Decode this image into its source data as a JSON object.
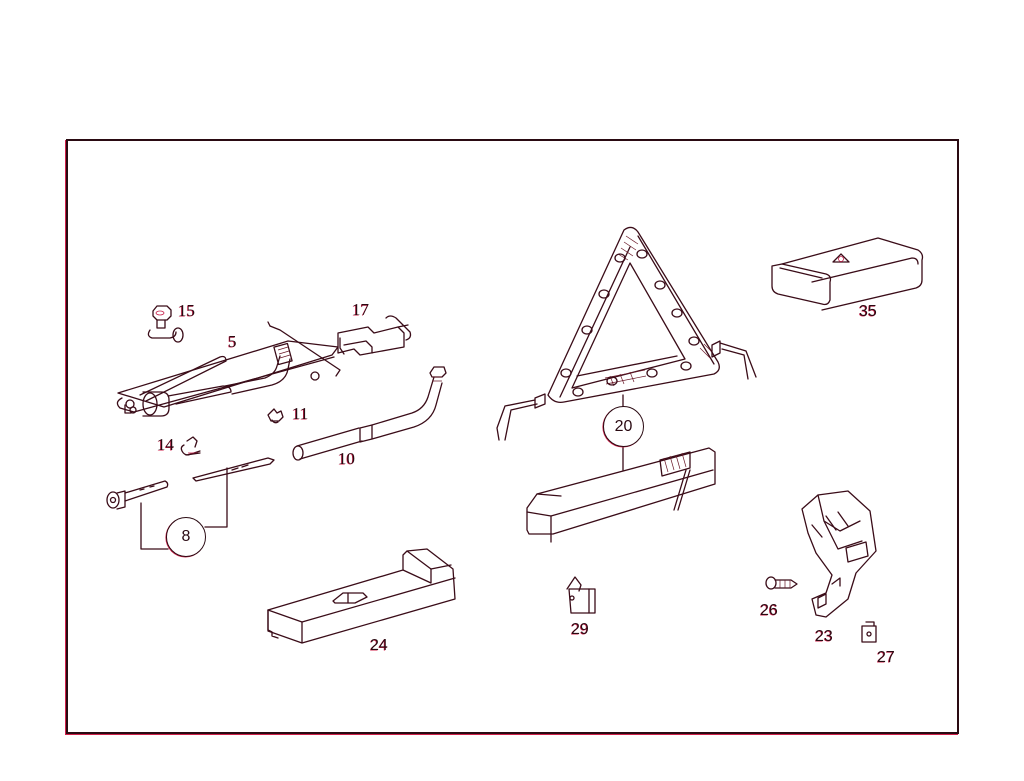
{
  "diagram": {
    "type": "exploded parts diagram",
    "frame_color": "#2a0a12",
    "line_color": "#3a0c18",
    "fringe_color": "#c81e4a",
    "parts": [
      {
        "id": "15",
        "label": "15",
        "description": "swivel clip"
      },
      {
        "id": "5",
        "label": "5",
        "description": "jack assembly"
      },
      {
        "id": "17",
        "label": "17",
        "description": "holder bracket"
      },
      {
        "id": "11",
        "label": "11",
        "description": "small clip"
      },
      {
        "id": "14",
        "label": "14",
        "description": "clamp clip"
      },
      {
        "id": "10",
        "label": "10",
        "description": "bent crank rod"
      },
      {
        "id": "8",
        "label": "8",
        "description": "wheel bolt tool and drift",
        "callout": true
      },
      {
        "id": "24",
        "label": "24",
        "description": "foam insert tray"
      },
      {
        "id": "20",
        "label": "20",
        "description": "warning triangle with case",
        "callout": true
      },
      {
        "id": "29",
        "label": "29",
        "description": "retaining clip"
      },
      {
        "id": "35",
        "label": "35",
        "description": "first aid kit pouch"
      },
      {
        "id": "26",
        "label": "26",
        "description": "screw"
      },
      {
        "id": "23",
        "label": "23",
        "description": "mounting bracket"
      },
      {
        "id": "27",
        "label": "27",
        "description": "nut clip"
      }
    ]
  },
  "labels": {
    "p15": "15",
    "p5": "5",
    "p17": "17",
    "p11": "11",
    "p14": "14",
    "p10": "10",
    "p8": "8",
    "p24": "24",
    "p20": "20",
    "p29": "29",
    "p35": "35",
    "p26": "26",
    "p23": "23",
    "p27": "27"
  }
}
